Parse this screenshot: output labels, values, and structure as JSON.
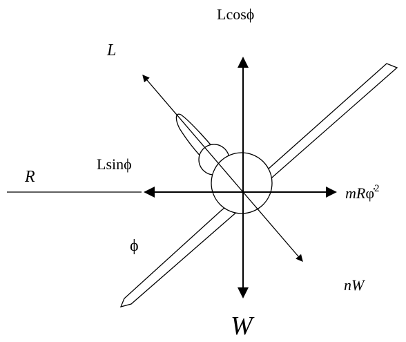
{
  "labels": {
    "lcos": "Lcosϕ",
    "L": "L",
    "lsin": "Lsinϕ",
    "R": "R",
    "centrifugal_m": "m",
    "centrifugal_R": "R",
    "centrifugal_phi": "φ̇",
    "centrifugal_exp": "2",
    "phi": "ϕ",
    "nW": "nW",
    "W": "W"
  },
  "colors": {
    "stroke": "#000000",
    "background": "#ffffff"
  }
}
